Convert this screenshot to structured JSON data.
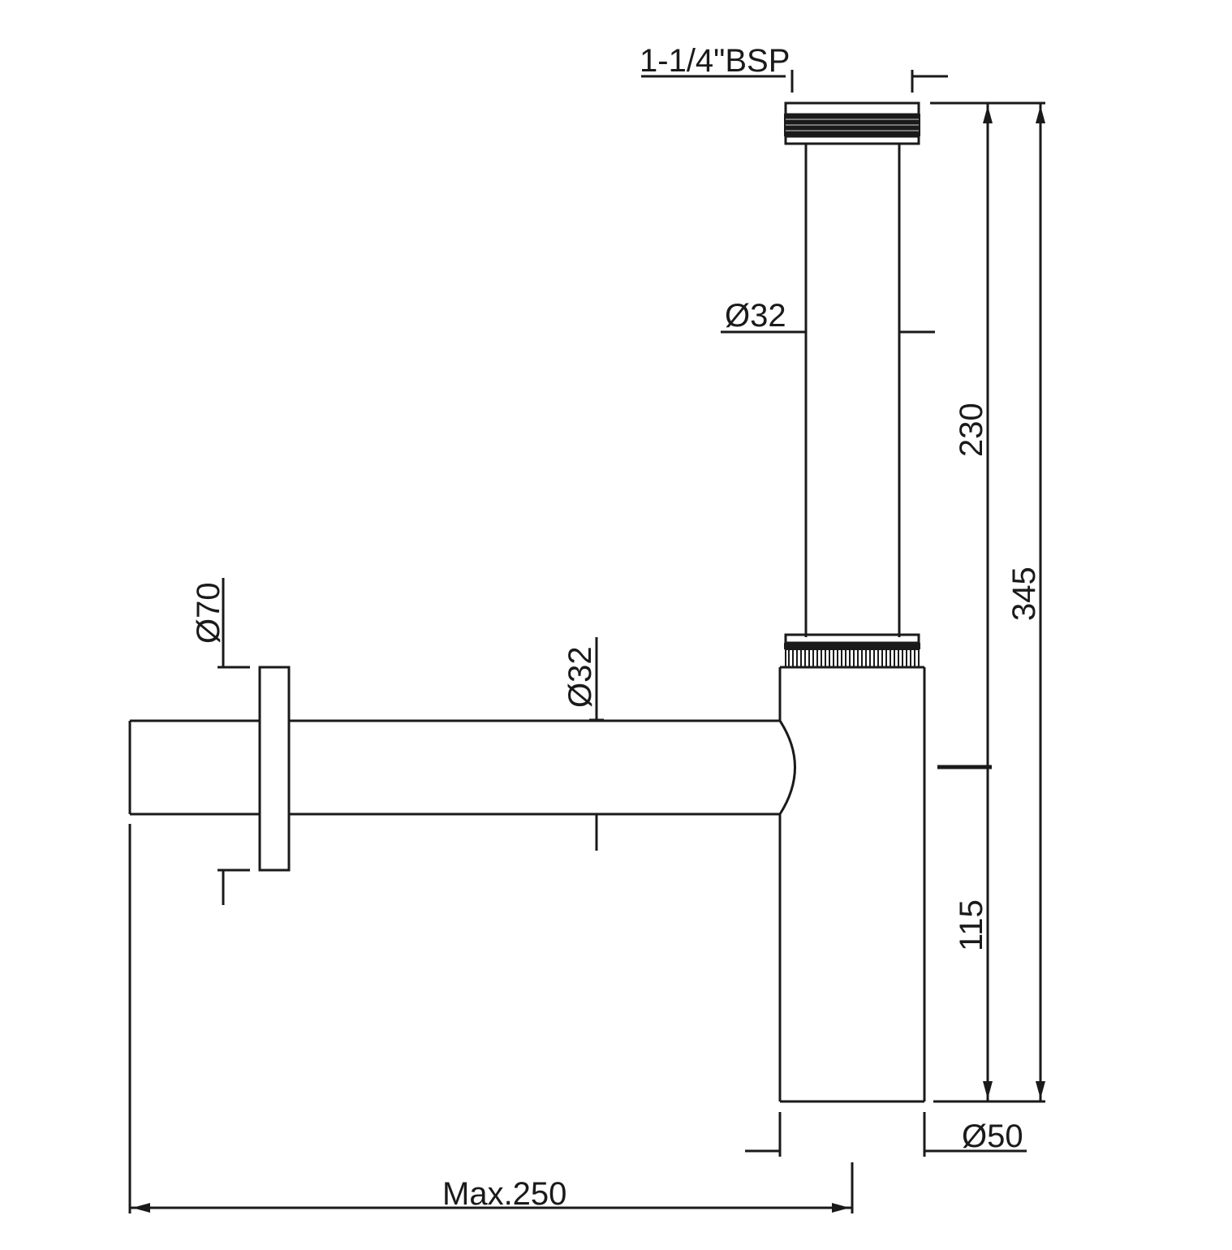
{
  "colors": {
    "line": "#1a1a1a",
    "background": "#ffffff"
  },
  "labels": {
    "thread": "1-1/4\"BSP",
    "tube_dia_vertical": "Ø32",
    "tube_dia_horizontal": "Ø32",
    "flange_dia": "Ø70",
    "body_dia": "Ø50",
    "height_upper": "230",
    "height_lower": "115",
    "height_total": "345",
    "max_length": "Max.250"
  }
}
